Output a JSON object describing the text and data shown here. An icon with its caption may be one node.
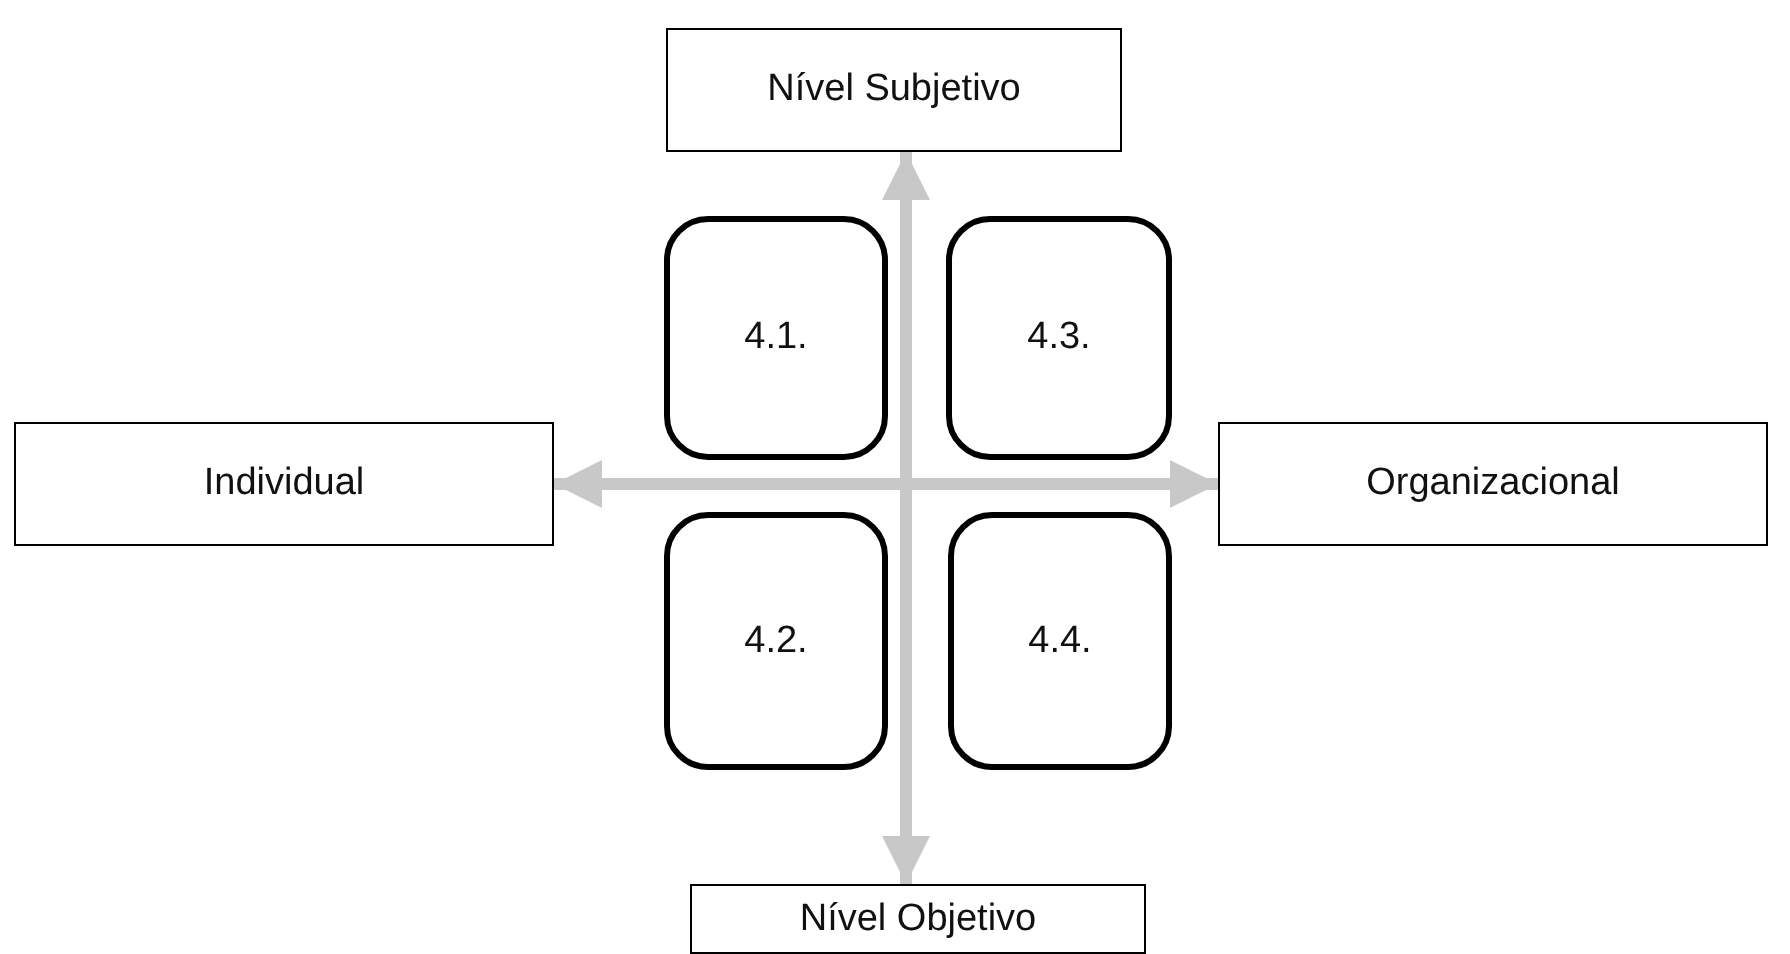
{
  "diagram": {
    "nodes": [
      {
        "text": [
          "Nível Subjetivo"
        ]
      },
      {
        "text": [
          "Individual"
        ]
      },
      {
        "text": [
          "4.1."
        ]
      },
      {
        "text": [
          "4.3."
        ]
      },
      {
        "text": [
          "Organizacional"
        ]
      },
      {
        "text": [
          "4.2."
        ]
      },
      {
        "text": [
          "4.4."
        ]
      },
      {
        "text": [
          "Nível Objetivo"
        ]
      }
    ],
    "edges": [
      {
        "from": 0,
        "to": 7,
        "arrow": "both",
        "color": "#c8c8c8"
      },
      {
        "from": 1,
        "to": 4,
        "arrow": "both",
        "color": "#c8c8c8"
      }
    ]
  }
}
